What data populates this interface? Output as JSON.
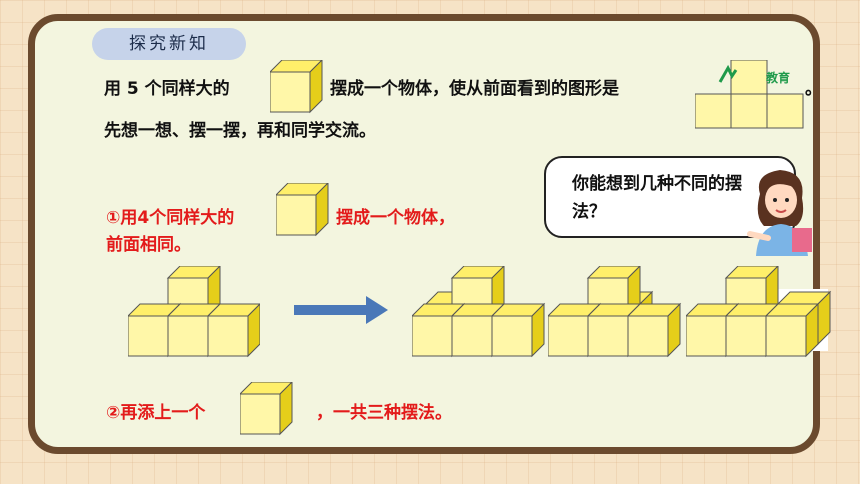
{
  "section_label": "探究新知",
  "problem": {
    "line1_a": "用 5 个同样大的",
    "line1_b": "摆成一个物体，使从前面看到的图形是",
    "line1_end": "。",
    "line2": "先想一想、摆一摆，再和同学交流。"
  },
  "logo_text": "教育",
  "bubble_text": "你能想到几种不同的摆法？",
  "step1": {
    "a": "①用4个同样大的",
    "b": "摆成一个物体，",
    "c": "前面相同。"
  },
  "step2": {
    "a": "②再添上一个",
    "b": "，一共三种摆法。"
  },
  "colors": {
    "cube_front": "#fff7a8",
    "cube_top": "#ffef6a",
    "cube_side": "#e5ce1a",
    "red_text": "#e31b1b",
    "board_border": "#6b4a2e",
    "arrow": "#4a78b8"
  }
}
